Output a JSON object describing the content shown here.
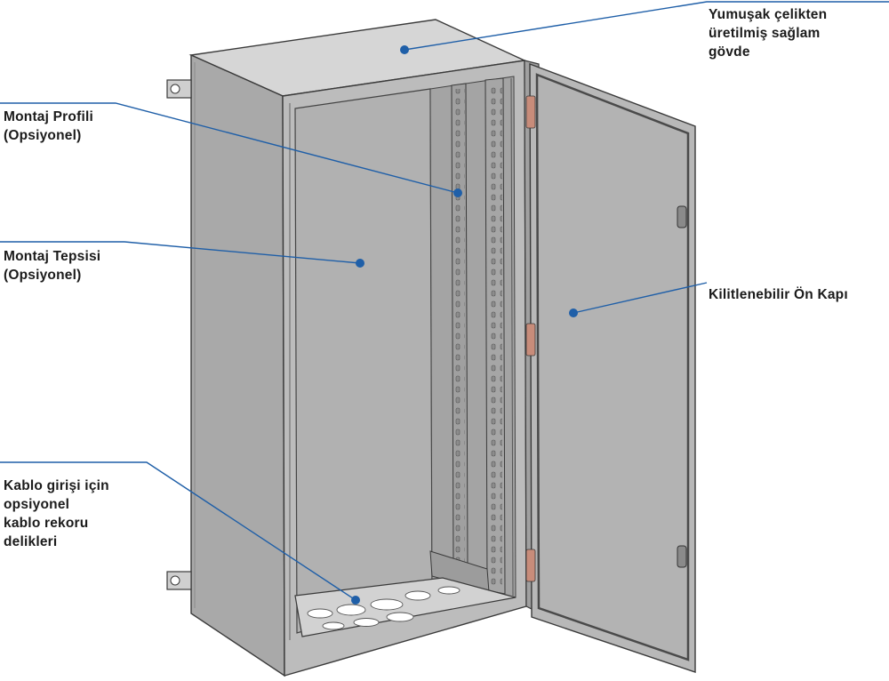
{
  "colors": {
    "leader_line": "#1f5fa8",
    "marker": "#1f5fa8",
    "cabinet_face": "#b5b5b5",
    "cabinet_side": "#a9a9a9",
    "cabinet_top": "#d6d6d6",
    "outline": "#3a3a3a"
  },
  "callouts": [
    {
      "id": "body",
      "lines": [
        "Yumuşak çelikten",
        "üretilmiş sağlam",
        "gövde"
      ]
    },
    {
      "id": "profile",
      "lines": [
        "Montaj Profili",
        "(Opsiyonel)"
      ]
    },
    {
      "id": "tray",
      "lines": [
        "Montaj Tepsisi",
        "(Opsiyonel)"
      ]
    },
    {
      "id": "door",
      "lines": [
        "Kilitlenebilir Ön Kapı"
      ]
    },
    {
      "id": "cable",
      "lines": [
        "Kablo girişi için",
        "opsiyonel",
        "kablo rekoru",
        "delikleri"
      ]
    }
  ]
}
